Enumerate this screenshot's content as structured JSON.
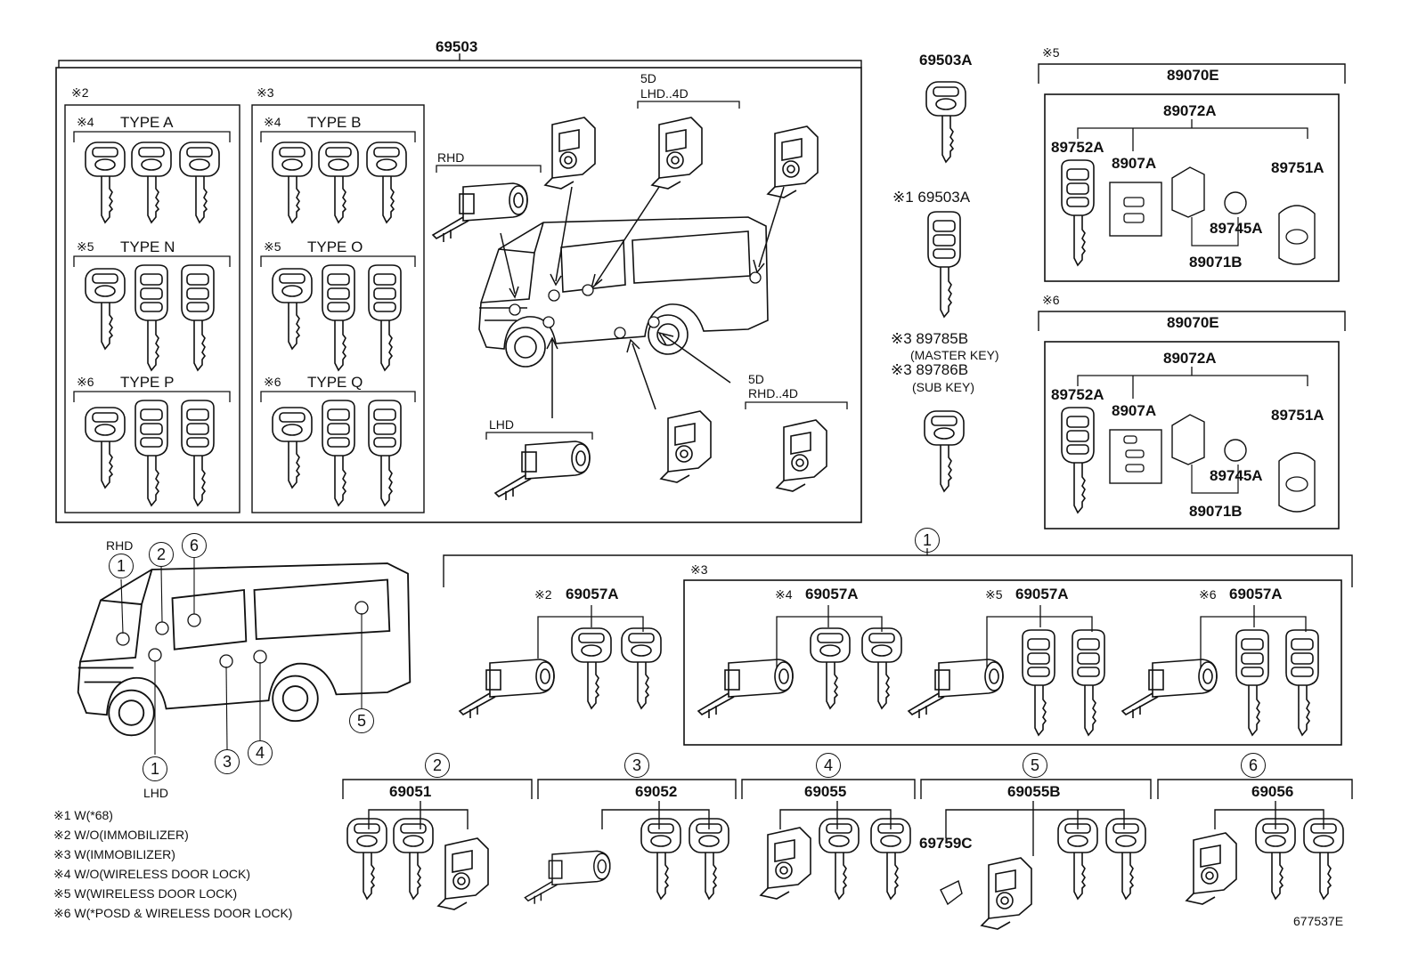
{
  "diagram": {
    "main_assembly": "69503",
    "rhd": "RHD",
    "lhd": "LHD",
    "lhd_4d_top": "5D",
    "lhd_4d_bottom": "LHD..4D",
    "rhd_4d_top": "5D",
    "rhd_4d_bottom": "RHD..4D",
    "group2_mark": "※2",
    "group3_mark": "※3",
    "types": [
      {
        "mark": "※4",
        "label": "TYPE A"
      },
      {
        "mark": "※5",
        "label": "TYPE N"
      },
      {
        "mark": "※6",
        "label": "TYPE P"
      },
      {
        "mark": "※4",
        "label": "TYPE B"
      },
      {
        "mark": "※5",
        "label": "TYPE O"
      },
      {
        "mark": "※6",
        "label": "TYPE Q"
      }
    ],
    "key_69503A": "69503A",
    "key_69503A_w1": "※1 69503A",
    "master_key": "※3  89785B",
    "master_key_note": "(MASTER KEY)",
    "sub_key": "※3  89786B",
    "sub_key_note": "(SUB KEY)",
    "remote_top": {
      "mark": "※5",
      "assy": "89070E",
      "sub": "89072A",
      "key": "89752A",
      "plate": "8907A",
      "transmitter": "89751A",
      "battery": "89745A",
      "case": "89071B"
    },
    "remote_bottom": {
      "mark": "※6",
      "assy": "89070E",
      "sub": "89072A",
      "key": "89752A",
      "plate": "8907A",
      "transmitter": "89751A",
      "battery": "89745A",
      "case": "89071B"
    },
    "van_rhd": "RHD",
    "van_lhd": "LHD",
    "callouts": [
      "1",
      "2",
      "3",
      "4",
      "5",
      "6"
    ],
    "cyl_group_mark": "※3",
    "cylinders": [
      {
        "mark": "※2",
        "part": "69057A"
      },
      {
        "mark": "※4",
        "part": "69057A"
      },
      {
        "mark": "※5",
        "part": "69057A"
      },
      {
        "mark": "※6",
        "part": "69057A"
      }
    ],
    "bottom_parts": [
      "69051",
      "69052",
      "69055",
      "69055B",
      "69056"
    ],
    "bottom_extra": "69759C",
    "notes": [
      "※1 W(*68)",
      "※2 W/O(IMMOBILIZER)",
      "※3 W(IMMOBILIZER)",
      "※4 W/O(WIRELESS DOOR LOCK)",
      "※5 W(WIRELESS DOOR LOCK)",
      "※6 W(*POSD & WIRELESS DOOR LOCK)"
    ],
    "drawing_number": "677537E"
  }
}
